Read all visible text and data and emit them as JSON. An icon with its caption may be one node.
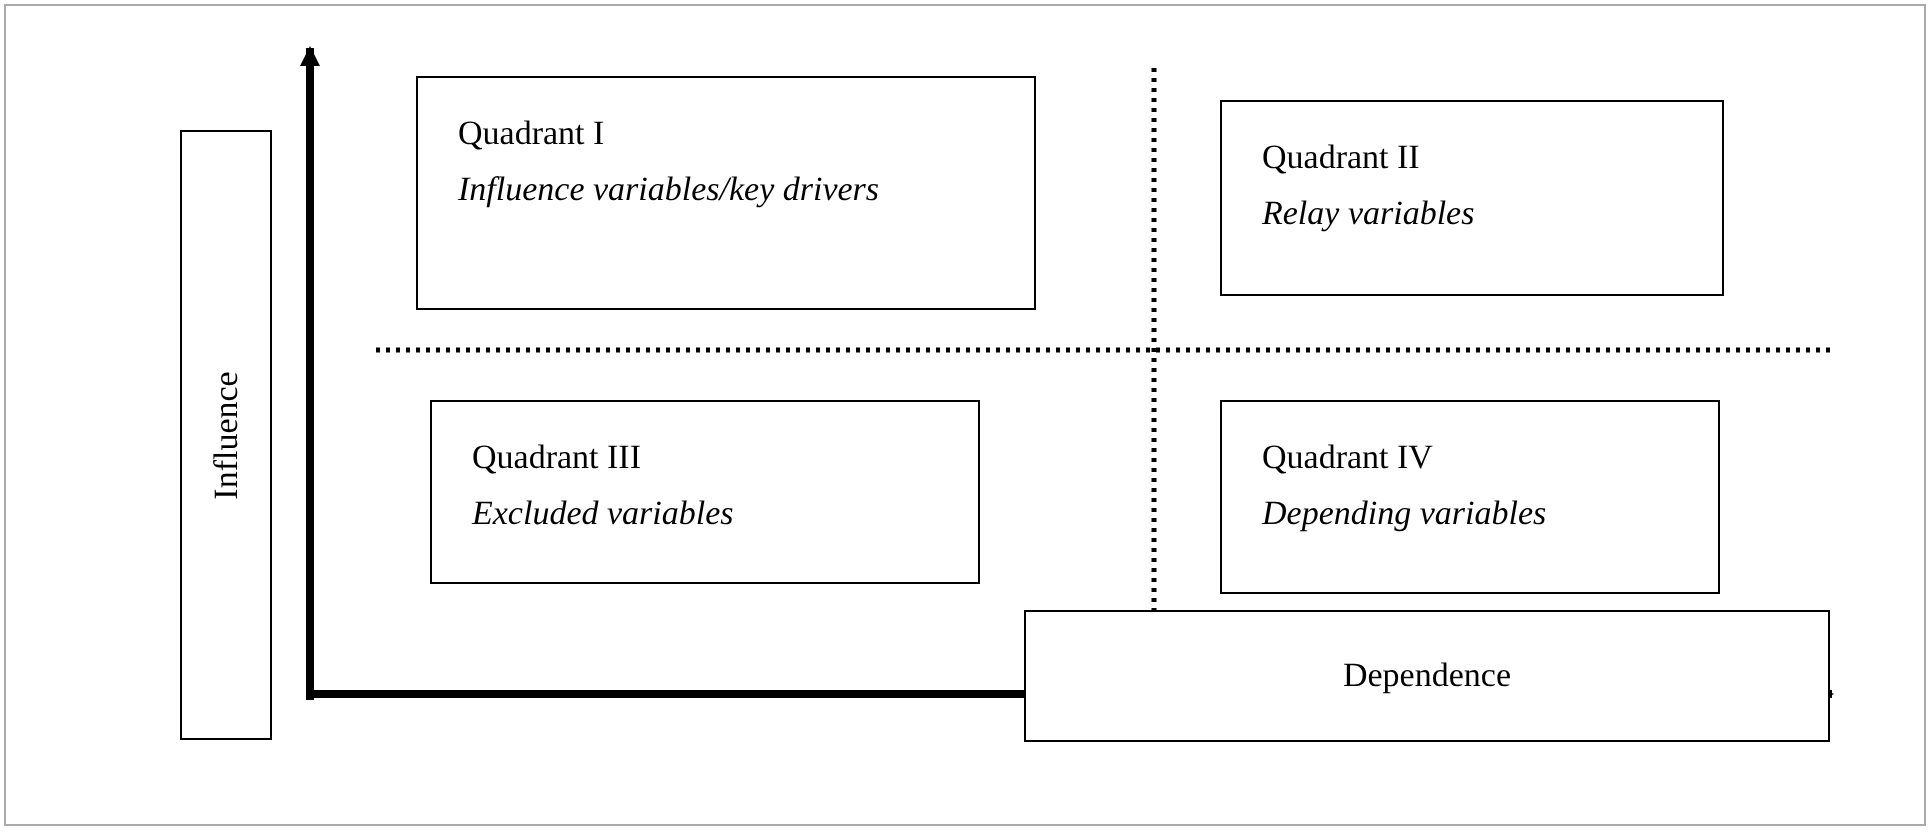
{
  "diagram": {
    "nodes": [
      {
        "text": [
          "Influence"
        ]
      },
      {
        "text": [
          "Quadrant I",
          "Influence variables/key drivers"
        ]
      },
      {
        "text": [
          "Quadrant II",
          "Relay variables"
        ]
      },
      {
        "text": [
          "Quadrant III",
          "Excluded variables"
        ]
      },
      {
        "text": [
          "Quadrant IV",
          "Depending variables"
        ]
      },
      {
        "text": [
          "Dependence"
        ]
      }
    ]
  }
}
